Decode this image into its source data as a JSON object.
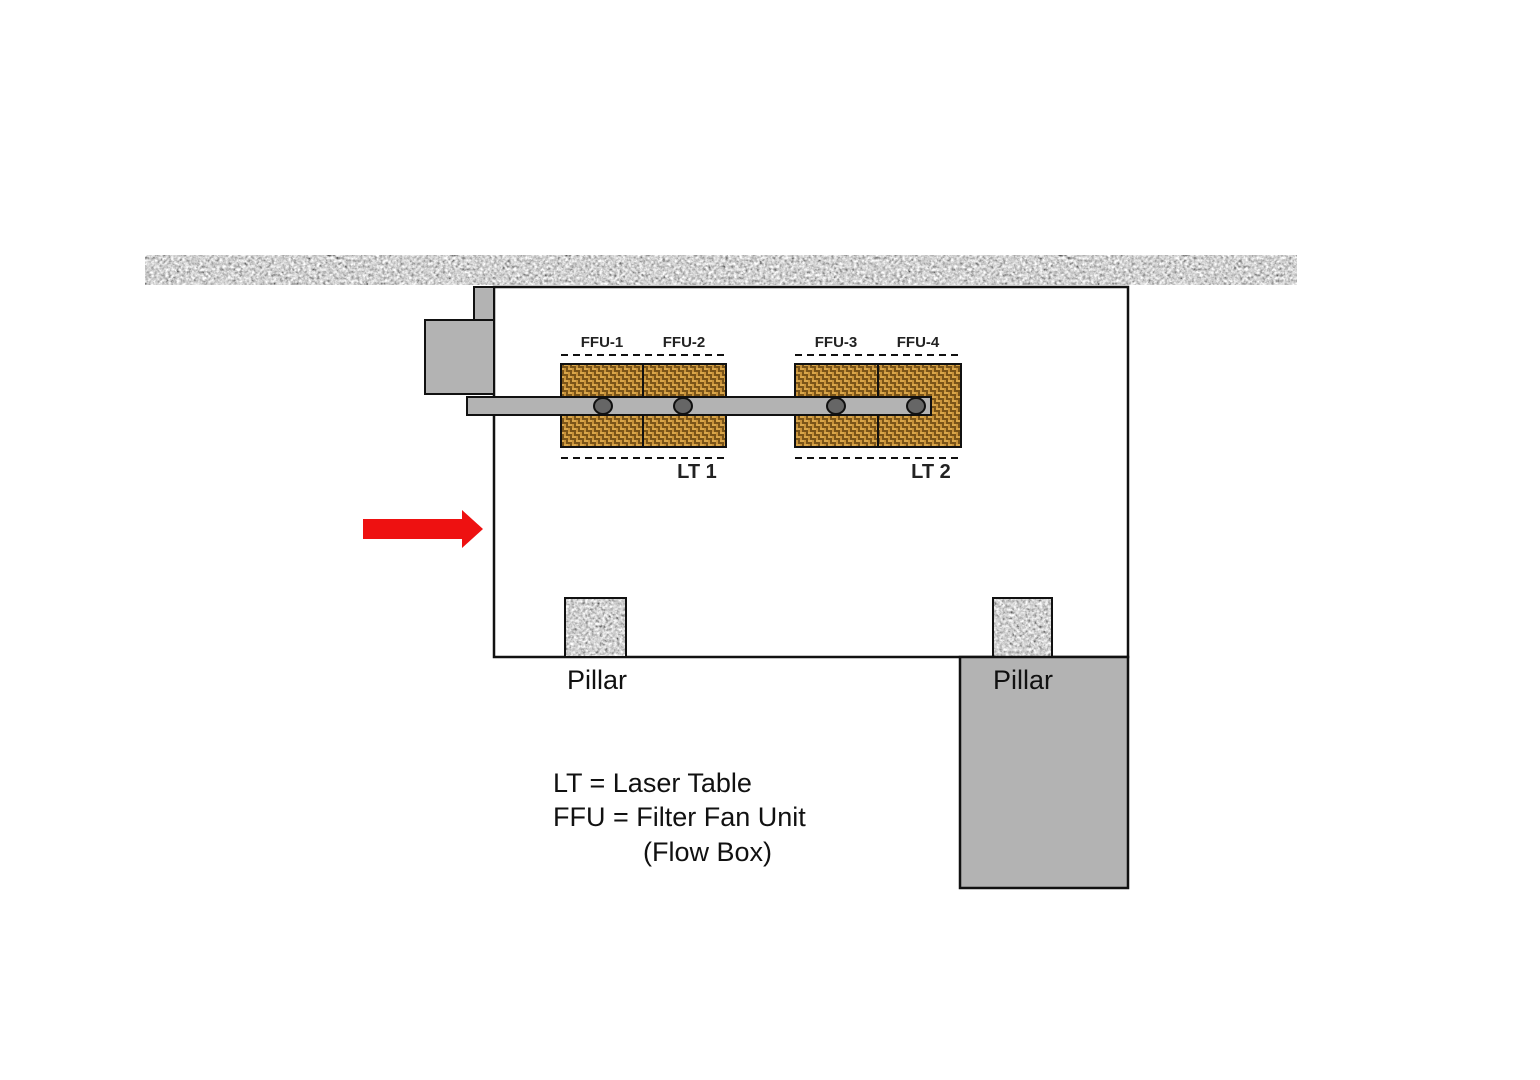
{
  "ffu_labels": [
    "FFU-1",
    "FFU-2",
    "FFU-3",
    "FFU-4"
  ],
  "lt_labels": [
    "LT 1",
    "LT 2"
  ],
  "pillar_labels": [
    "Pillar",
    "Pillar"
  ],
  "legend": {
    "line1": "LT = Laser Table",
    "line2": "FFU = Filter Fan Unit",
    "line3": "(Flow Box)"
  },
  "colors": {
    "arrow": "#ee1111",
    "duct": "#b3b3b3",
    "ffu": "#a87a2c"
  }
}
